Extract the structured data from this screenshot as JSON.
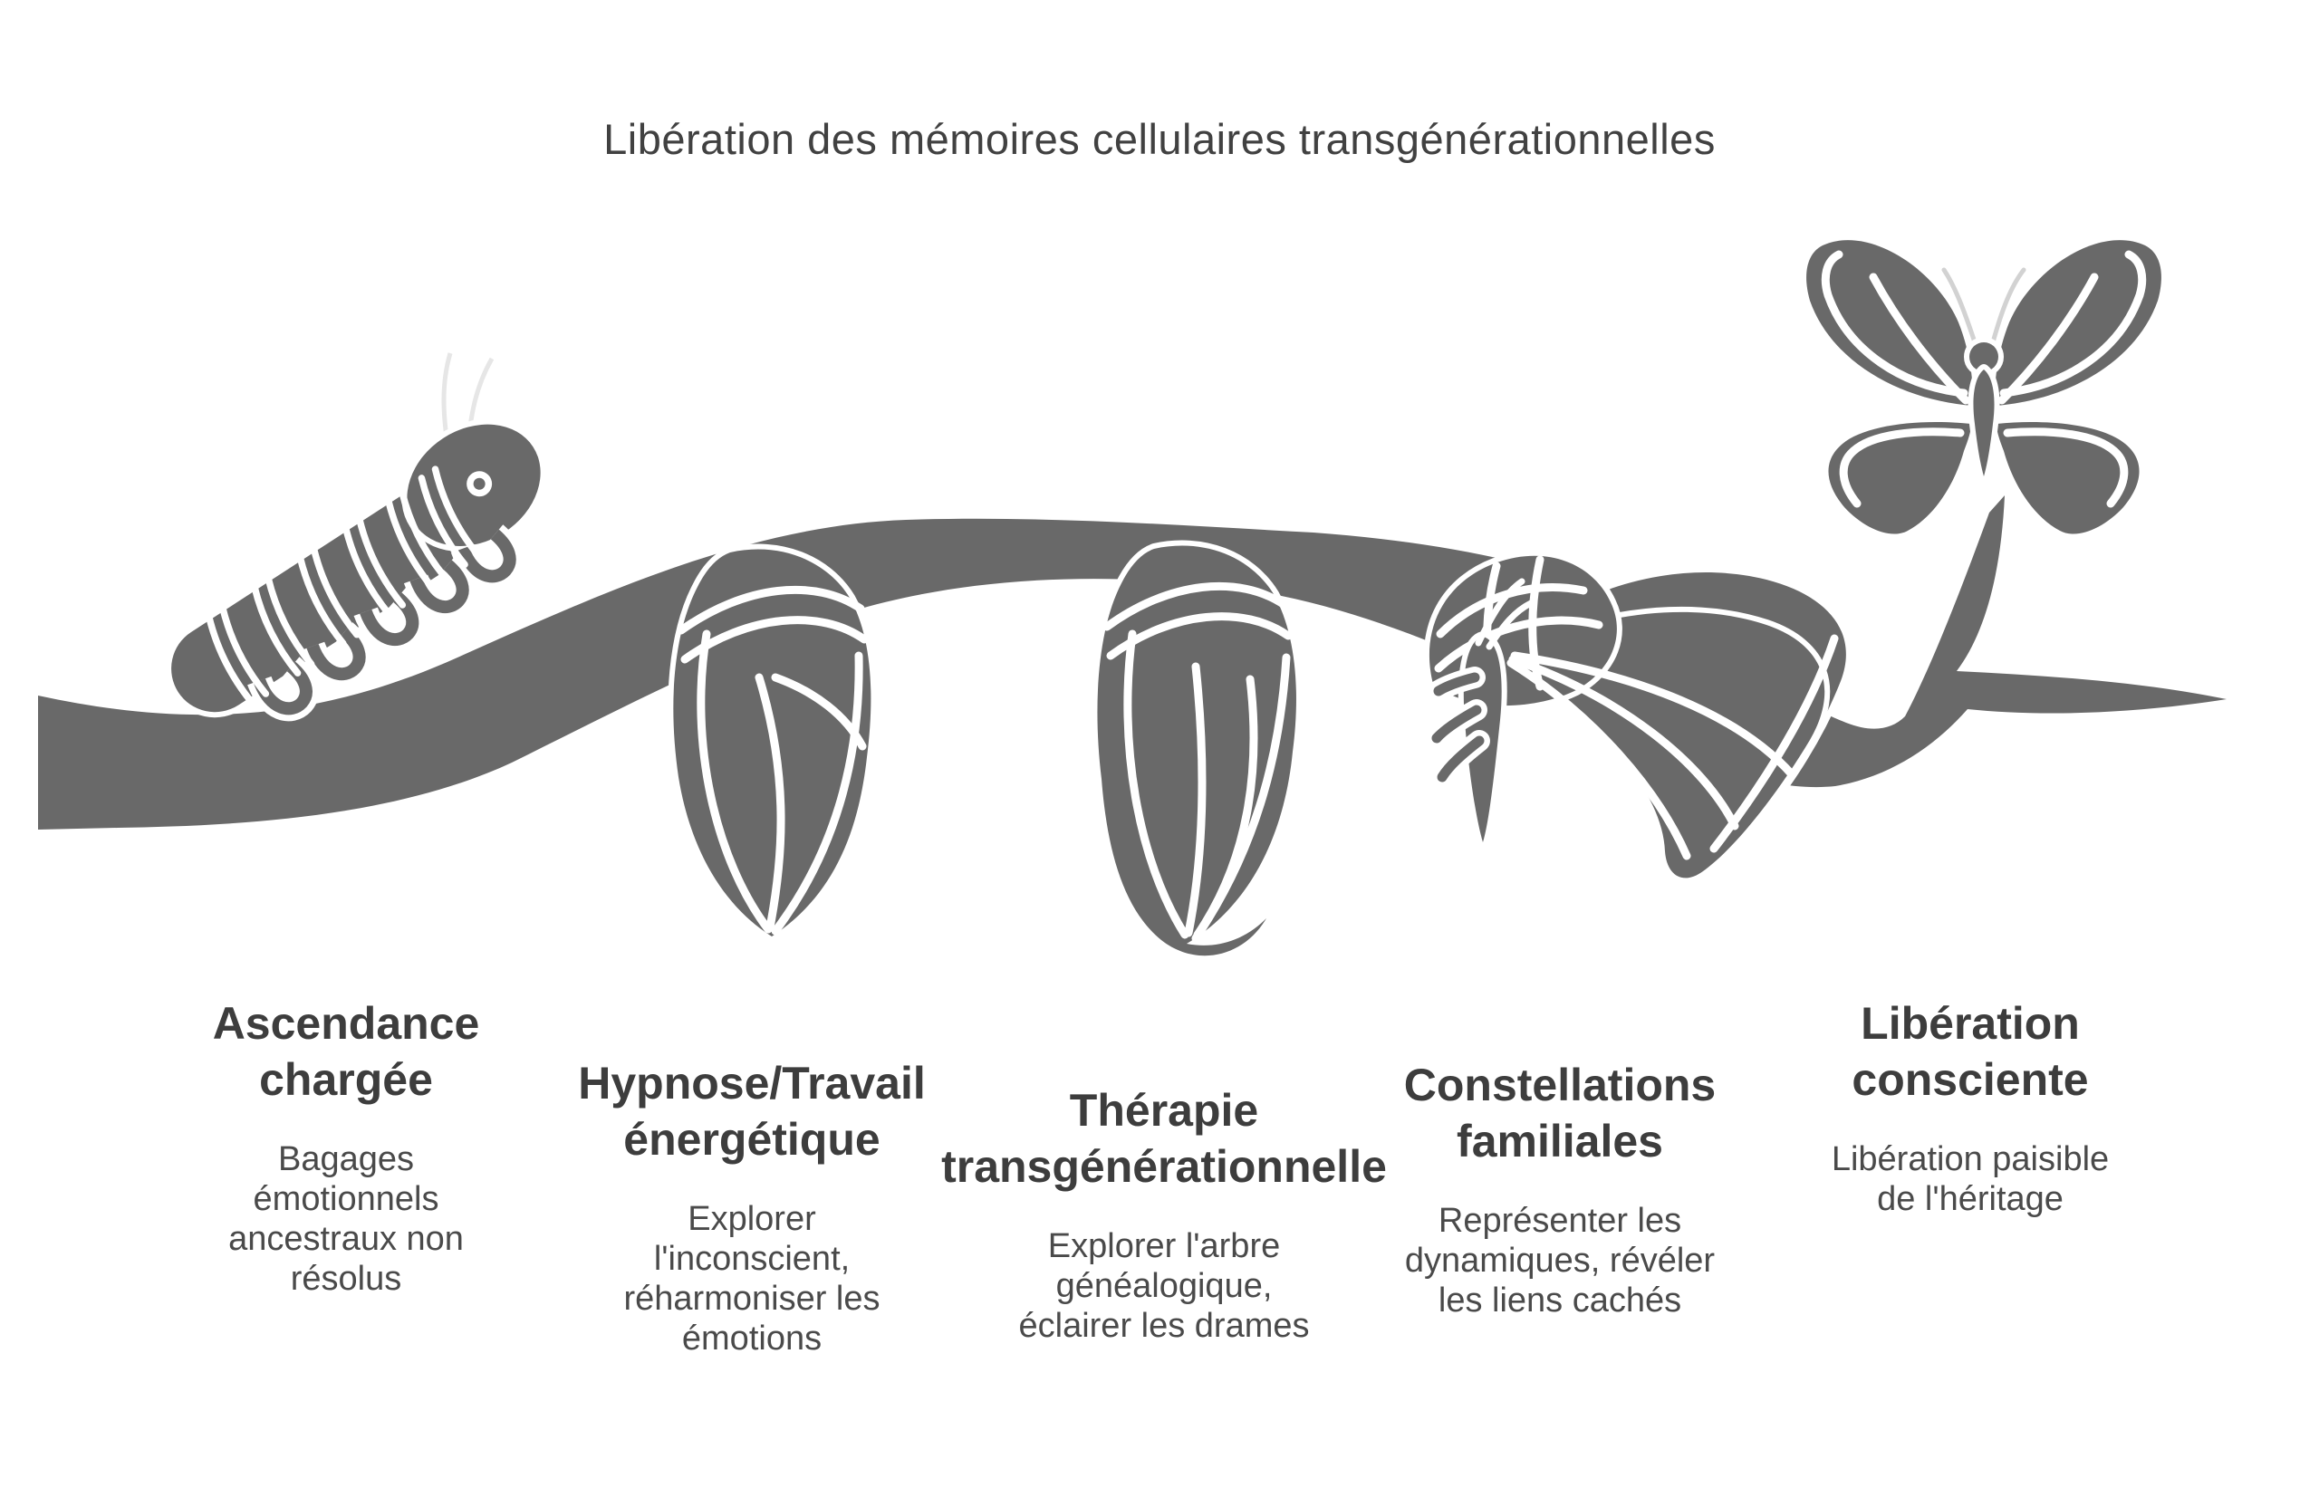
{
  "title": "Libération des mémoires cellulaires transgénérationnelles",
  "colors": {
    "figure": "#696969",
    "antenna_faint": "#e6e6e6",
    "antenna": "#d2d2d2",
    "title_text": "#414141",
    "heading_text": "#3d3d3d",
    "body_text": "#4a4a4a"
  },
  "illustration": {
    "description": "metamorphosis-branch",
    "elements": [
      "branch",
      "caterpillar",
      "chrysalis",
      "chrysalis-veined",
      "emerging-moth",
      "butterfly"
    ]
  },
  "stages": [
    {
      "icon": "caterpillar",
      "title_lines": [
        "Ascendance",
        "chargée"
      ],
      "desc_lines": [
        "Bagages",
        "émotionnels",
        "ancestraux non",
        "résolus"
      ]
    },
    {
      "icon": "chrysalis",
      "title_lines": [
        "Hypnose/Travail",
        "énergétique"
      ],
      "desc_lines": [
        "Explorer",
        "l'inconscient,",
        "réharmoniser les",
        "émotions"
      ]
    },
    {
      "icon": "chrysalis-veined",
      "title_lines": [
        "Thérapie",
        "transgénérationnelle"
      ],
      "desc_lines": [
        "Explorer l'arbre",
        "généalogique,",
        "éclairer les drames"
      ]
    },
    {
      "icon": "emerging-moth",
      "title_lines": [
        "Constellations",
        "familiales"
      ],
      "desc_lines": [
        "Représenter les",
        "dynamiques, révéler",
        "les liens cachés"
      ]
    },
    {
      "icon": "butterfly",
      "title_lines": [
        "Libération",
        "consciente"
      ],
      "desc_lines": [
        "Libération paisible",
        "de l'héritage"
      ]
    }
  ]
}
